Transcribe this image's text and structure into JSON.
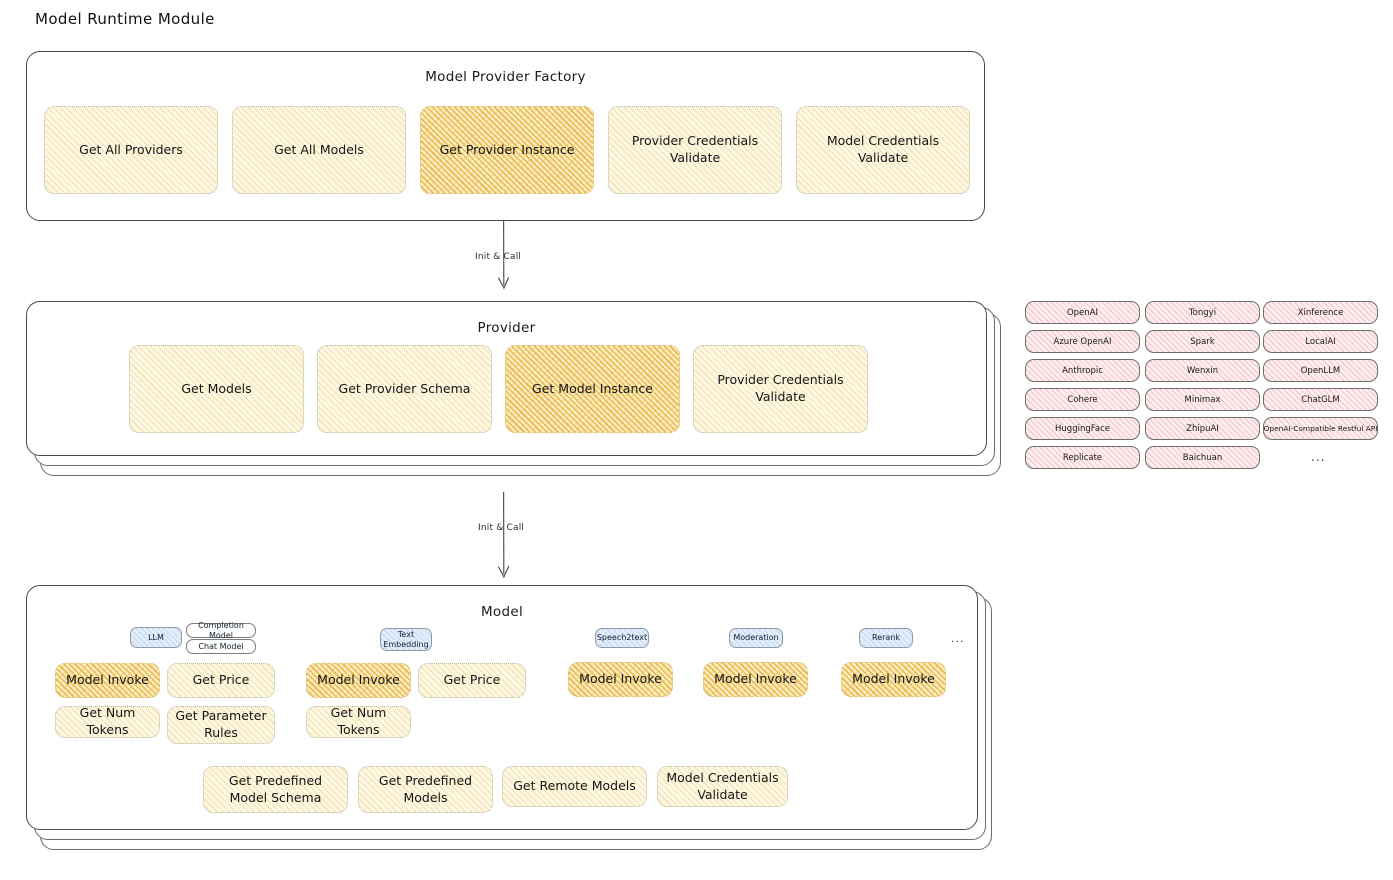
{
  "title": "Model Runtime Module",
  "arrows": [
    {
      "label": "Init & Call"
    },
    {
      "label": "Init & Call"
    }
  ],
  "factory": {
    "title": "Model Provider Factory",
    "methods": [
      {
        "label": "Get All Providers",
        "highlight": false
      },
      {
        "label": "Get All Models",
        "highlight": false
      },
      {
        "label": "Get Provider Instance",
        "highlight": true
      },
      {
        "label": "Provider Credentials Validate",
        "highlight": false
      },
      {
        "label": "Model Credentials Validate",
        "highlight": false
      }
    ]
  },
  "provider": {
    "title": "Provider",
    "methods": [
      {
        "label": "Get Models",
        "highlight": false
      },
      {
        "label": "Get Provider Schema",
        "highlight": false
      },
      {
        "label": "Get Model Instance",
        "highlight": true
      },
      {
        "label": "Provider Credentials Validate",
        "highlight": false
      }
    ]
  },
  "provider_list": {
    "columns": [
      [
        "OpenAI",
        "Azure OpenAI",
        "Anthropic",
        "Cohere",
        "HuggingFace",
        "Replicate"
      ],
      [
        "Tongyi",
        "Spark",
        "Wenxin",
        "Minimax",
        "ZhipuAI",
        "Baichuan"
      ],
      [
        "Xinference",
        "LocalAI",
        "OpenLLM",
        "ChatGLM",
        "OpenAI-Compatible Restful API"
      ]
    ],
    "more": "..."
  },
  "model": {
    "title": "Model",
    "more": "...",
    "types": [
      {
        "badge": "LLM",
        "badge_style": "blue",
        "subtypes": [
          "Completion Model",
          "Chat Model"
        ],
        "methods": [
          {
            "label": "Model Invoke",
            "highlight": true
          },
          {
            "label": "Get Price",
            "highlight": false
          },
          {
            "label": "Get Num Tokens",
            "highlight": false
          },
          {
            "label": "Get Parameter Rules",
            "highlight": false
          }
        ]
      },
      {
        "badge": "Text Embedding",
        "badge_style": "blue",
        "subtypes": [],
        "methods": [
          {
            "label": "Model Invoke",
            "highlight": true
          },
          {
            "label": "Get Price",
            "highlight": false
          },
          {
            "label": "Get Num Tokens",
            "highlight": false
          }
        ]
      },
      {
        "badge": "Speech2text",
        "badge_style": "blue",
        "subtypes": [],
        "methods": [
          {
            "label": "Model Invoke",
            "highlight": true
          }
        ]
      },
      {
        "badge": "Moderation",
        "badge_style": "blue",
        "subtypes": [],
        "methods": [
          {
            "label": "Model Invoke",
            "highlight": true
          }
        ]
      },
      {
        "badge": "Rerank",
        "badge_style": "blue",
        "subtypes": [],
        "methods": [
          {
            "label": "Model Invoke",
            "highlight": true
          }
        ]
      }
    ],
    "shared_methods": [
      {
        "label": "Get Predefined Model Schema",
        "highlight": false
      },
      {
        "label": "Get Predefined Models",
        "highlight": false
      },
      {
        "label": "Get Remote Models",
        "highlight": false
      },
      {
        "label": "Model Credentials Validate",
        "highlight": false
      }
    ]
  },
  "colors": {
    "highlight_fill": "#fbeec4",
    "light_fill": "#fdf8e6",
    "provider_tag_fill": "#fdeff0",
    "badge_fill": "#e3eefa",
    "stroke": "#4a4a4a"
  }
}
